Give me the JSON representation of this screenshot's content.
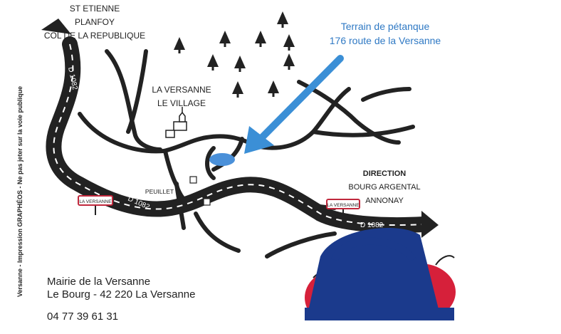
{
  "top_destination": [
    "ST ETIENNE",
    "PLANFOY",
    "COL DE LA REPUBLIQUE"
  ],
  "village_label": [
    "LA VERSANNE",
    "LE VILLAGE"
  ],
  "place_label": "PEUILLET",
  "highlight_label": [
    "Terrain de pétanque",
    "176 route de la Versanne"
  ],
  "direction_label": [
    "DIRECTION",
    "BOURG ARGENTAL",
    "ANNONAY"
  ],
  "road_labels": {
    "vertical": "D 1082",
    "middle": "D 1082",
    "right": "D 1082"
  },
  "town_signs": {
    "left": "LA VERSANNE",
    "right": "LA VERSANNE"
  },
  "side_note": "Versanne - Impression GRAPHÉOS - Ne pas jeter sur la voie publique",
  "address": {
    "line1": "Mairie de la Versanne",
    "line2": "Le Bourg - 42 220 La Versanne",
    "phone": "04 77 39 61 31"
  },
  "colors": {
    "road": "#222222",
    "highlight": "#3b8fd6",
    "pond": "#4a90d9",
    "sign_border": "#c0283c",
    "bag": "#1b3a8c",
    "apple": "#d6203a"
  }
}
